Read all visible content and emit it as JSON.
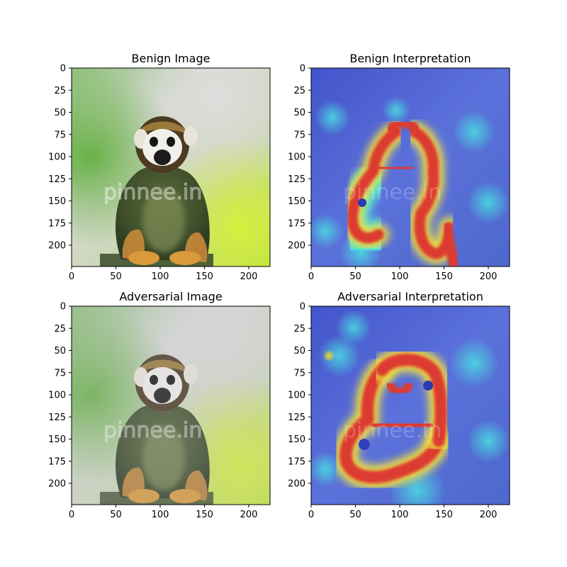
{
  "panels": [
    {
      "id": "benign-image",
      "title": "Benign Image",
      "kind": "photo",
      "x_ticks": [
        "0",
        "50",
        "100",
        "150",
        "200"
      ],
      "y_ticks": [
        "0",
        "25",
        "50",
        "75",
        "100",
        "125",
        "150",
        "175",
        "200"
      ],
      "watermark": "pinnee.in"
    },
    {
      "id": "benign-interpretation",
      "title": "Benign Interpretation",
      "kind": "heatmap",
      "x_ticks": [
        "0",
        "50",
        "100",
        "150",
        "200"
      ],
      "y_ticks": [
        "0",
        "25",
        "50",
        "75",
        "100",
        "125",
        "150",
        "175",
        "200"
      ],
      "watermark": "pinnee.in"
    },
    {
      "id": "adversarial-image",
      "title": "Adversarial Image",
      "kind": "photo-noisy",
      "x_ticks": [
        "0",
        "50",
        "100",
        "150",
        "200"
      ],
      "y_ticks": [
        "0",
        "25",
        "50",
        "75",
        "100",
        "125",
        "150",
        "175",
        "200"
      ],
      "watermark": "pinnee.in"
    },
    {
      "id": "adversarial-interpretation",
      "title": "Adversarial Interpretation",
      "kind": "heatmap-adv",
      "x_ticks": [
        "0",
        "50",
        "100",
        "150",
        "200"
      ],
      "y_ticks": [
        "0",
        "25",
        "50",
        "75",
        "100",
        "125",
        "150",
        "175",
        "200"
      ],
      "watermark": "pinnee.in"
    }
  ],
  "x_tick_values": [
    0,
    50,
    100,
    150,
    200
  ],
  "y_tick_values": [
    0,
    25,
    50,
    75,
    100,
    125,
    150,
    175,
    200
  ],
  "axis_range": [
    0,
    224
  ],
  "colors": {
    "heatmap_low": "#4a5fe0",
    "heatmap_mid": "#3fd0e0",
    "heatmap_high": "#e0453a",
    "foliage": "#7fbf4a"
  }
}
